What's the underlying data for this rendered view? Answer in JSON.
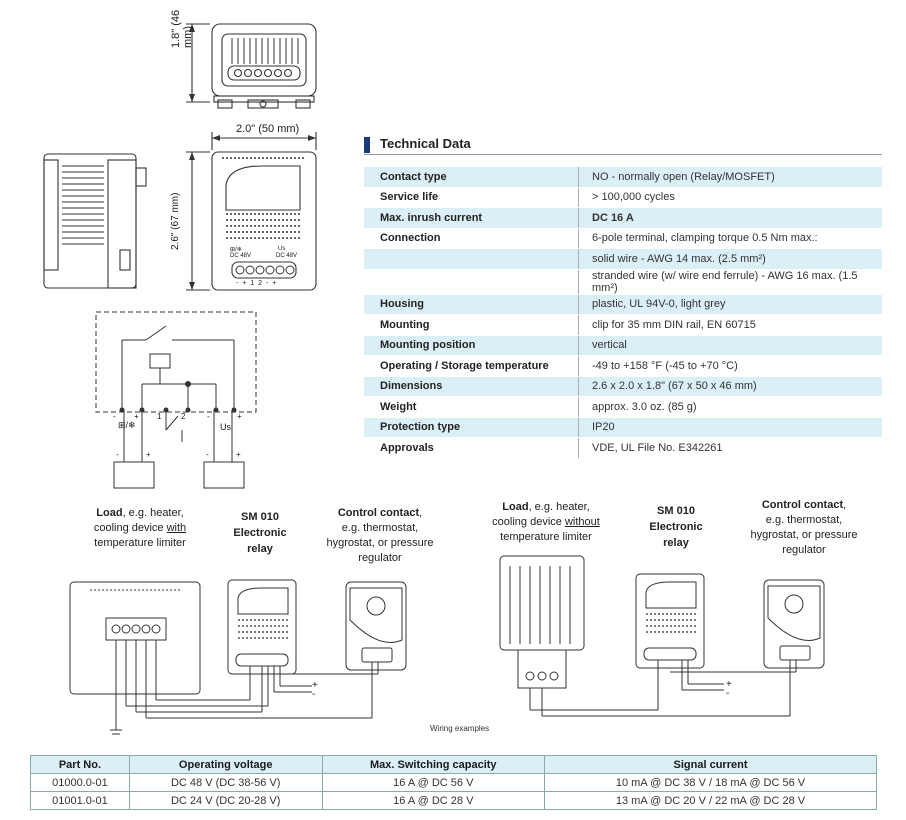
{
  "dimensions": {
    "height_top": "1.8\" (46 mm)",
    "width_front": "2.0\" (50 mm)",
    "height_front": "2.6\" (67 mm)"
  },
  "device_labels": {
    "left_terminal": "⊞/❄",
    "left_voltage": "DC 48V",
    "right_terminal": "Us",
    "right_voltage": "DC 48V",
    "terminal_numbers": "- + 1 2 - +"
  },
  "circuit": {
    "pins": [
      "-",
      "+",
      "1",
      "2",
      "-",
      "+"
    ],
    "left_symbol": "⊞/❄",
    "right_symbol": "Us",
    "load_polarity": [
      "-",
      "+"
    ],
    "supply_polarity": [
      "-",
      "+"
    ]
  },
  "technical_data": {
    "title": "Technical Data",
    "rows": [
      {
        "key": "Contact type",
        "value": "NO - normally open (Relay/MOSFET)"
      },
      {
        "key": "Service life",
        "value": "> 100,000 cycles"
      },
      {
        "key": "Max. inrush current",
        "value": "DC 16 A"
      },
      {
        "key": "Connection",
        "value": "6-pole terminal, clamping torque 0.5 Nm max.:"
      },
      {
        "key": "",
        "value": "solid wire - AWG 14 max. (2.5 mm²)"
      },
      {
        "key": "",
        "value": "stranded wire (w/ wire end ferrule) - AWG 16 max. (1.5 mm²)"
      },
      {
        "key": "Housing",
        "value": "plastic, UL 94V-0, light grey"
      },
      {
        "key": "Mounting",
        "value": "clip for 35 mm DIN rail, EN 60715"
      },
      {
        "key": "Mounting position",
        "value": "vertical"
      },
      {
        "key": "Operating / Storage temperature",
        "value": "-49 to +158 °F (-45 to +70 °C)"
      },
      {
        "key": "Dimensions",
        "value": "2.6 x 2.0 x 1.8\" (67 x 50 x 46 mm)"
      },
      {
        "key": "Weight",
        "value": "approx. 3.0 oz. (85 g)"
      },
      {
        "key": "Protection type",
        "value": "IP20"
      },
      {
        "key": "Approvals",
        "value": "VDE, UL File No. E342261"
      }
    ]
  },
  "wiring": {
    "left": {
      "load_bold": "Load",
      "load_rest": ", e.g. heater,",
      "load_line2_pre": "cooling device ",
      "load_line2_u": "with",
      "load_line3": "temperature limiter",
      "relay_line1": "SM 010",
      "relay_line2": "Electronic",
      "relay_line3": "relay",
      "ctrl_bold": "Control contact",
      "ctrl_rest": ",",
      "ctrl_line2": "e.g. thermostat,",
      "ctrl_line3": "hygrostat, or pressure",
      "ctrl_line4": "regulator"
    },
    "right": {
      "load_bold": "Load",
      "load_rest": ", e.g. heater,",
      "load_line2_pre": "cooling device ",
      "load_line2_u": "without",
      "load_line3": "temperature limiter",
      "relay_line1": "SM 010",
      "relay_line2": "Electronic",
      "relay_line3": "relay",
      "ctrl_bold": "Control contact",
      "ctrl_rest": ",",
      "ctrl_line2": "e.g. thermostat,",
      "ctrl_line3": "hygrostat, or pressure",
      "ctrl_line4": "regulator"
    },
    "caption": "Wiring examples"
  },
  "parts_table": {
    "headers": [
      "Part No.",
      "Operating voltage",
      "Max. Switching capacity",
      "Signal current"
    ],
    "rows": [
      [
        "01000.0-01",
        "DC 48 V (DC 38-56 V)",
        "16 A @ DC 56 V",
        "10 mA @ DC 38 V / 18 mA @ DC 56 V"
      ],
      [
        "01001.0-01",
        "DC 24 V (DC 20-28 V)",
        "16 A @ DC 28 V",
        "13 mA @ DC 20 V / 22 mA @ DC 28 V"
      ]
    ]
  }
}
